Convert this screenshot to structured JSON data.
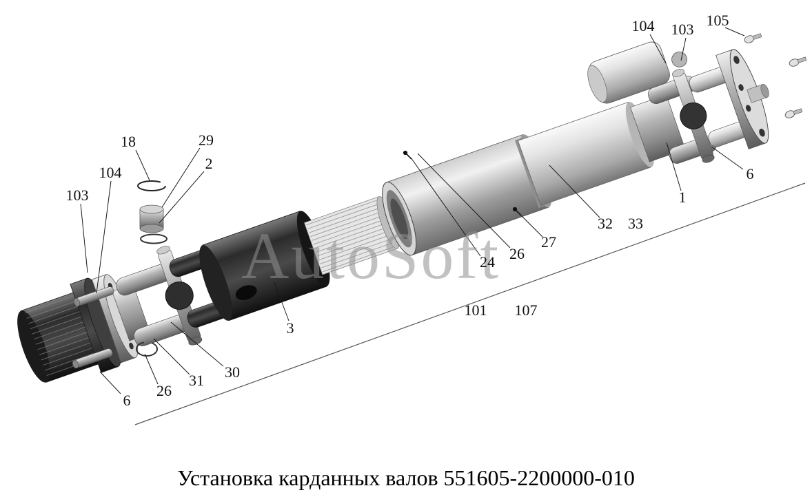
{
  "watermark": "AutoSoft",
  "caption": "Установка карданных валов 551605-2200000-010",
  "labels": [
    {
      "id": "18",
      "text": "18"
    },
    {
      "id": "29",
      "text": "29"
    },
    {
      "id": "2",
      "text": "2"
    },
    {
      "id": "104-left",
      "text": "104"
    },
    {
      "id": "103-left",
      "text": "103"
    },
    {
      "id": "6-left",
      "text": "6"
    },
    {
      "id": "26-left",
      "text": "26"
    },
    {
      "id": "31",
      "text": "31"
    },
    {
      "id": "30",
      "text": "30"
    },
    {
      "id": "3",
      "text": "3"
    },
    {
      "id": "24",
      "text": "24"
    },
    {
      "id": "26-mid",
      "text": "26"
    },
    {
      "id": "27",
      "text": "27"
    },
    {
      "id": "101",
      "text": "101"
    },
    {
      "id": "107",
      "text": "107"
    },
    {
      "id": "32",
      "text": "32"
    },
    {
      "id": "33",
      "text": "33"
    },
    {
      "id": "1",
      "text": "1"
    },
    {
      "id": "6-right",
      "text": "6"
    },
    {
      "id": "104-top",
      "text": "104"
    },
    {
      "id": "103-top",
      "text": "103"
    },
    {
      "id": "105",
      "text": "105"
    }
  ]
}
